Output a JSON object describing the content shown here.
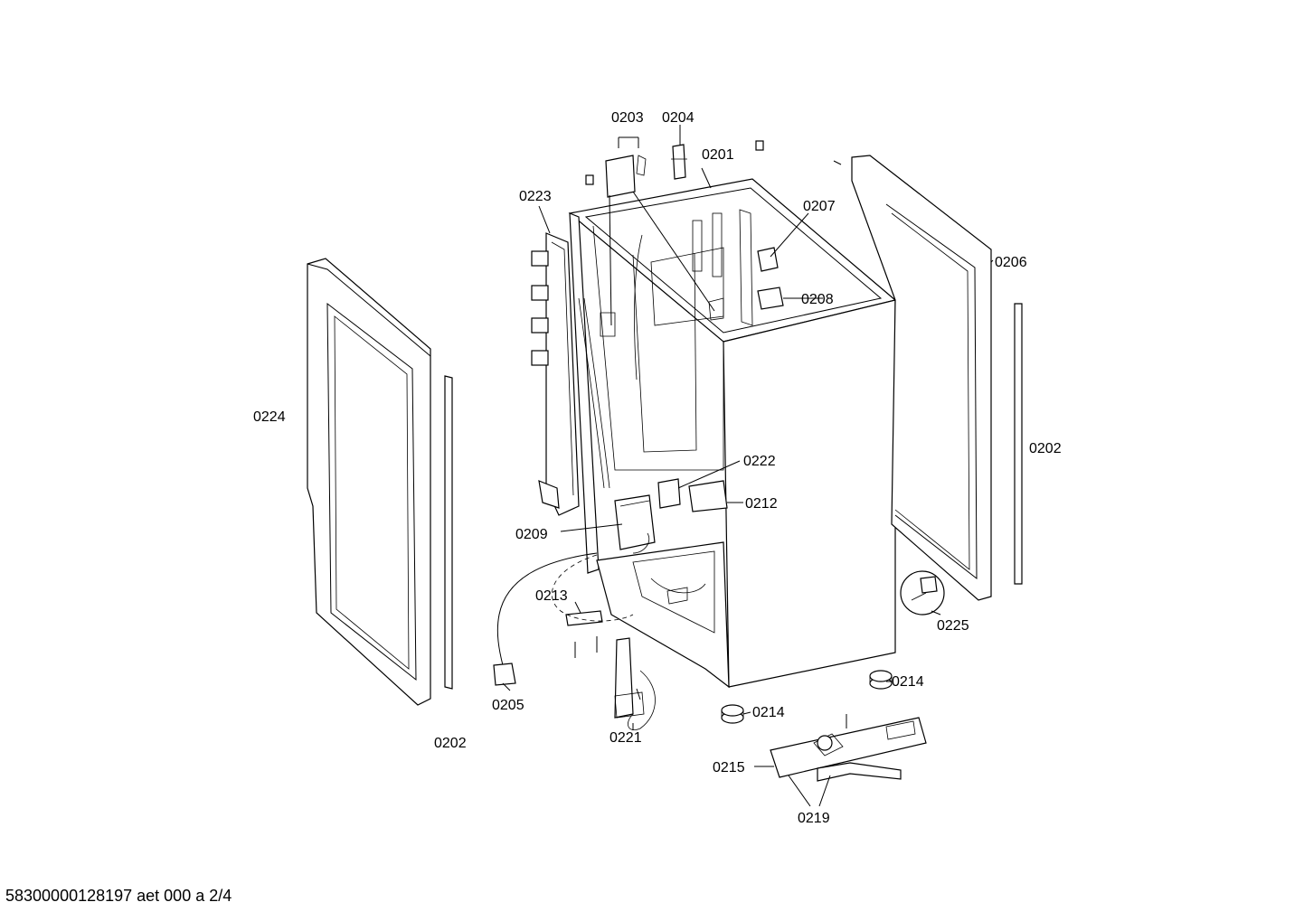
{
  "footer": "58300000128197 aet 000 a 2/4",
  "labels": {
    "l0201": "0201",
    "l0202a": "0202",
    "l0202b": "0202",
    "l0203": "0203",
    "l0204": "0204",
    "l0205": "0205",
    "l0206": "0206",
    "l0207": "0207",
    "l0208": "0208",
    "l0209": "0209",
    "l0212": "0212",
    "l0213": "0213",
    "l0214a": "0214",
    "l0214b": "0214",
    "l0215": "0215",
    "l0219": "0219",
    "l0221": "0221",
    "l0222": "0222",
    "l0223": "0223",
    "l0224": "0224",
    "l0225": "0225"
  }
}
